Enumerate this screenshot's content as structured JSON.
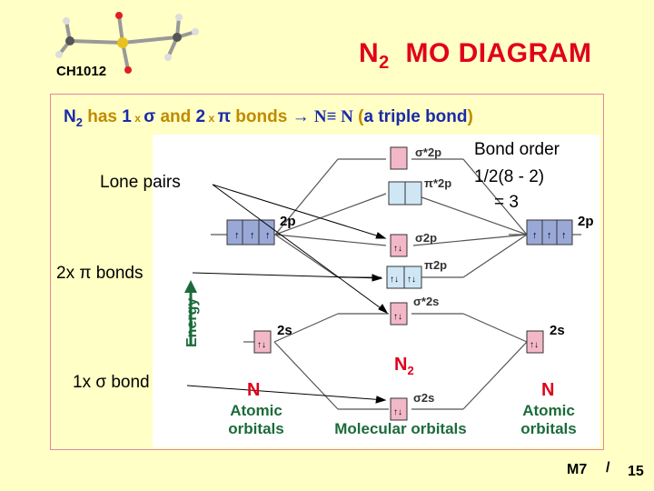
{
  "header": {
    "course_code": "CH1012",
    "title_main": "N",
    "title_sub": "2",
    "title_rest": "  MO DIAGRAM"
  },
  "headline": {
    "n": "N",
    "n_sub": "2",
    "has": " has ",
    "one": "1",
    "x1": " x ",
    "sigma": "σ",
    "and": " and ",
    "two": "2",
    "x2": " x ",
    "pi": "π",
    "bonds": " bonds ",
    "arrow": "→",
    "triple_formula": "N≡ N",
    "paren_open": " (",
    "triple_text": "a triple bond",
    "paren_close": ")"
  },
  "bond_order": {
    "line1": "Bond order",
    "line2": "1/2(8 - 2)",
    "line3": "= 3"
  },
  "annotations": {
    "lone_pairs": "Lone pairs",
    "pi_bonds": "2x π bonds",
    "sigma_bond": "1x σ bond"
  },
  "diagram": {
    "left_atom": "N",
    "right_atom": "N",
    "molecule": "N",
    "molecule_sub": "2",
    "atomic_orbitals_line1": "Atomic",
    "atomic_orbitals_line2": "orbitals",
    "molecular_orbitals": "Molecular orbitals",
    "energy_label": "Energy",
    "ao_2p": "2p",
    "ao_2s": "2s",
    "mo_labels": [
      "σ*2p",
      "π*2p",
      "σ2p",
      "π2p",
      "σ*2s",
      "σ2s"
    ],
    "colors": {
      "ao_2p": "#9aa8d8",
      "ao_2s": "#f2b8c8",
      "mo_antibonding": "#f2b8c8",
      "mo_pi": "#cfe6f5",
      "lines": "#555555"
    }
  },
  "footer": {
    "module": "M7",
    "slash": "/",
    "page": "15"
  }
}
